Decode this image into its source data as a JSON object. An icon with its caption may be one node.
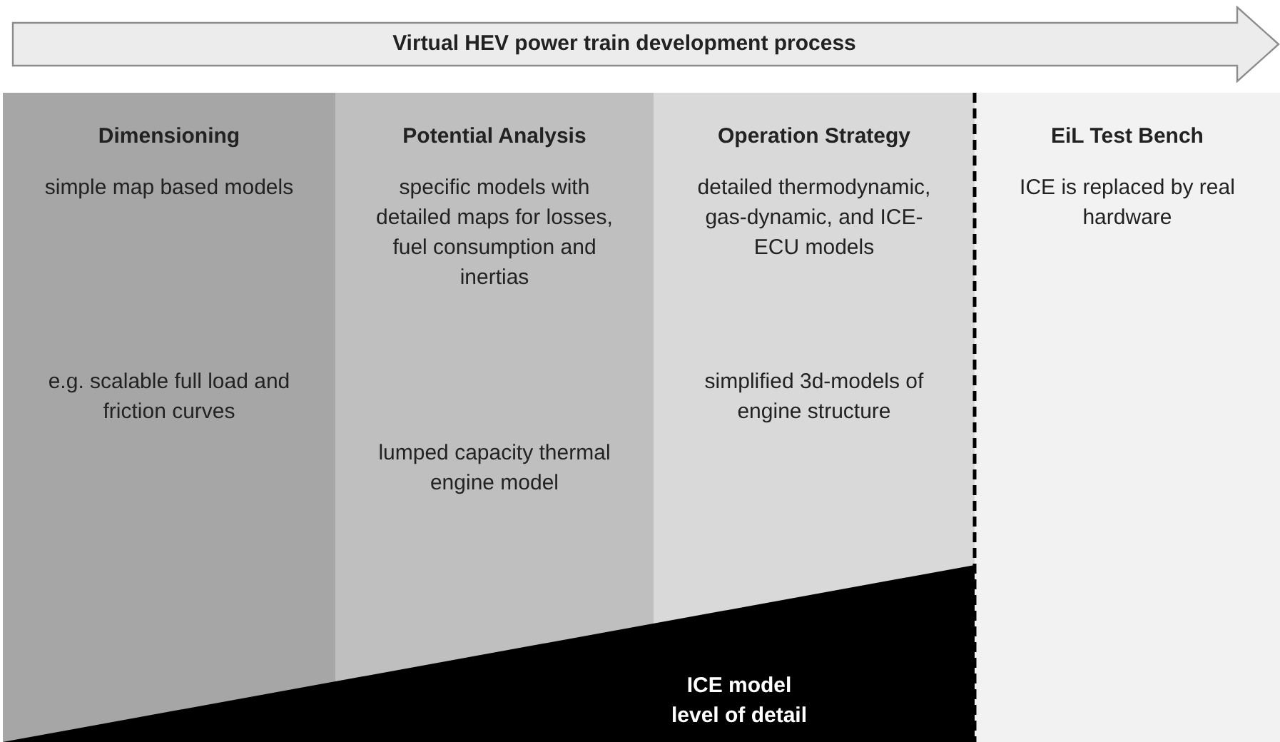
{
  "diagram": {
    "nodes": [
      {
        "text": [
          "Virtual HEV power train development process"
        ]
      },
      {
        "text": [
          "Dimensioning",
          "simple map based models",
          "e.g. scalable full load and friction curves"
        ]
      },
      {
        "text": [
          "Potential Analysis",
          "specific models with detailed maps for losses, fuel consumption and inertias",
          "lumped capacity thermal engine model"
        ]
      },
      {
        "text": [
          "Operation Strategy",
          "detailed thermodynamic, gas-dynamic, and ICE-ECU models",
          "simplified 3d-models of engine structure"
        ]
      },
      {
        "text": [
          "EiL Test Bench",
          "ICE is replaced by real hardware"
        ]
      },
      {
        "text": [
          "ICE model level of detail"
        ]
      }
    ]
  }
}
